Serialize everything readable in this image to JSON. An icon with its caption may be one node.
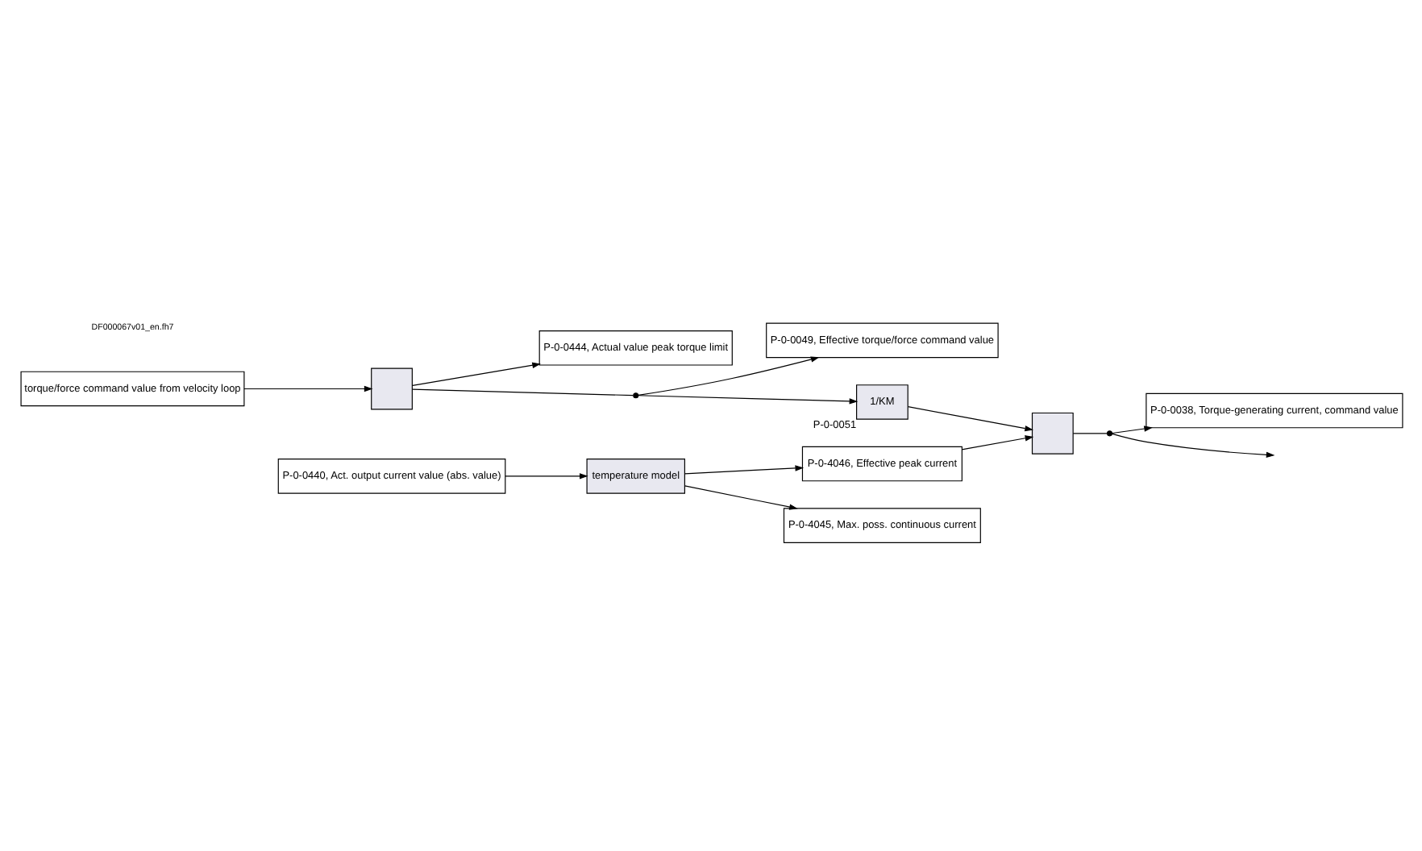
{
  "diagram": {
    "nodes": [
      {
        "text": [
          "torque/force command value from velocity loop"
        ]
      },
      {
        "text": [],
        "shape": "box"
      },
      {
        "text": [
          "P-0-0444, Actual value peak torque limit"
        ]
      },
      {
        "text": [],
        "shape": "circle"
      },
      {
        "text": [
          "P-0-0049, Effective torque/force command value"
        ]
      },
      {
        "text": [
          "1/KM"
        ],
        "beside": [
          "P-0-0051"
        ]
      },
      {
        "text": [],
        "shape": "box"
      },
      {
        "text": [],
        "shape": "circle"
      },
      {
        "text": [
          "P-0-0038, Torque-generating current, command value"
        ]
      },
      {
        "text": [
          "P-0-4046, Effective peak current"
        ]
      },
      {
        "text": [
          "P-0-0440, Act. output current value (abs. value)"
        ]
      },
      {
        "text": [
          "temperature model"
        ]
      },
      {
        "text": [
          "P-0-4045, Max. poss. continuous current"
        ]
      }
    ],
    "edges": [
      {
        "from": 0,
        "to": 1,
        "arrow": "to"
      },
      {
        "from": 1,
        "to": 2,
        "arrow": "to"
      },
      {
        "from": 1,
        "to": 3,
        "arrow": "none"
      },
      {
        "from": 3,
        "to": 4,
        "arrow": "to"
      },
      {
        "from": 3,
        "to": 5,
        "arrow": "to"
      },
      {
        "from": 5,
        "to": 6,
        "arrow": "to"
      },
      {
        "from": 6,
        "to": 7,
        "arrow": "none"
      },
      {
        "from": 7,
        "to": 8,
        "arrow": "to"
      },
      {
        "from": 7,
        "to": null,
        "arrow": "to"
      },
      {
        "from": 9,
        "to": 6,
        "arrow": "to"
      },
      {
        "from": 10,
        "to": 11,
        "arrow": "to"
      },
      {
        "from": 11,
        "to": 9,
        "arrow": "to"
      },
      {
        "from": 11,
        "to": 12,
        "arrow": "to"
      }
    ],
    "labels": [
      "DF000067v01_en.fh7"
    ]
  }
}
